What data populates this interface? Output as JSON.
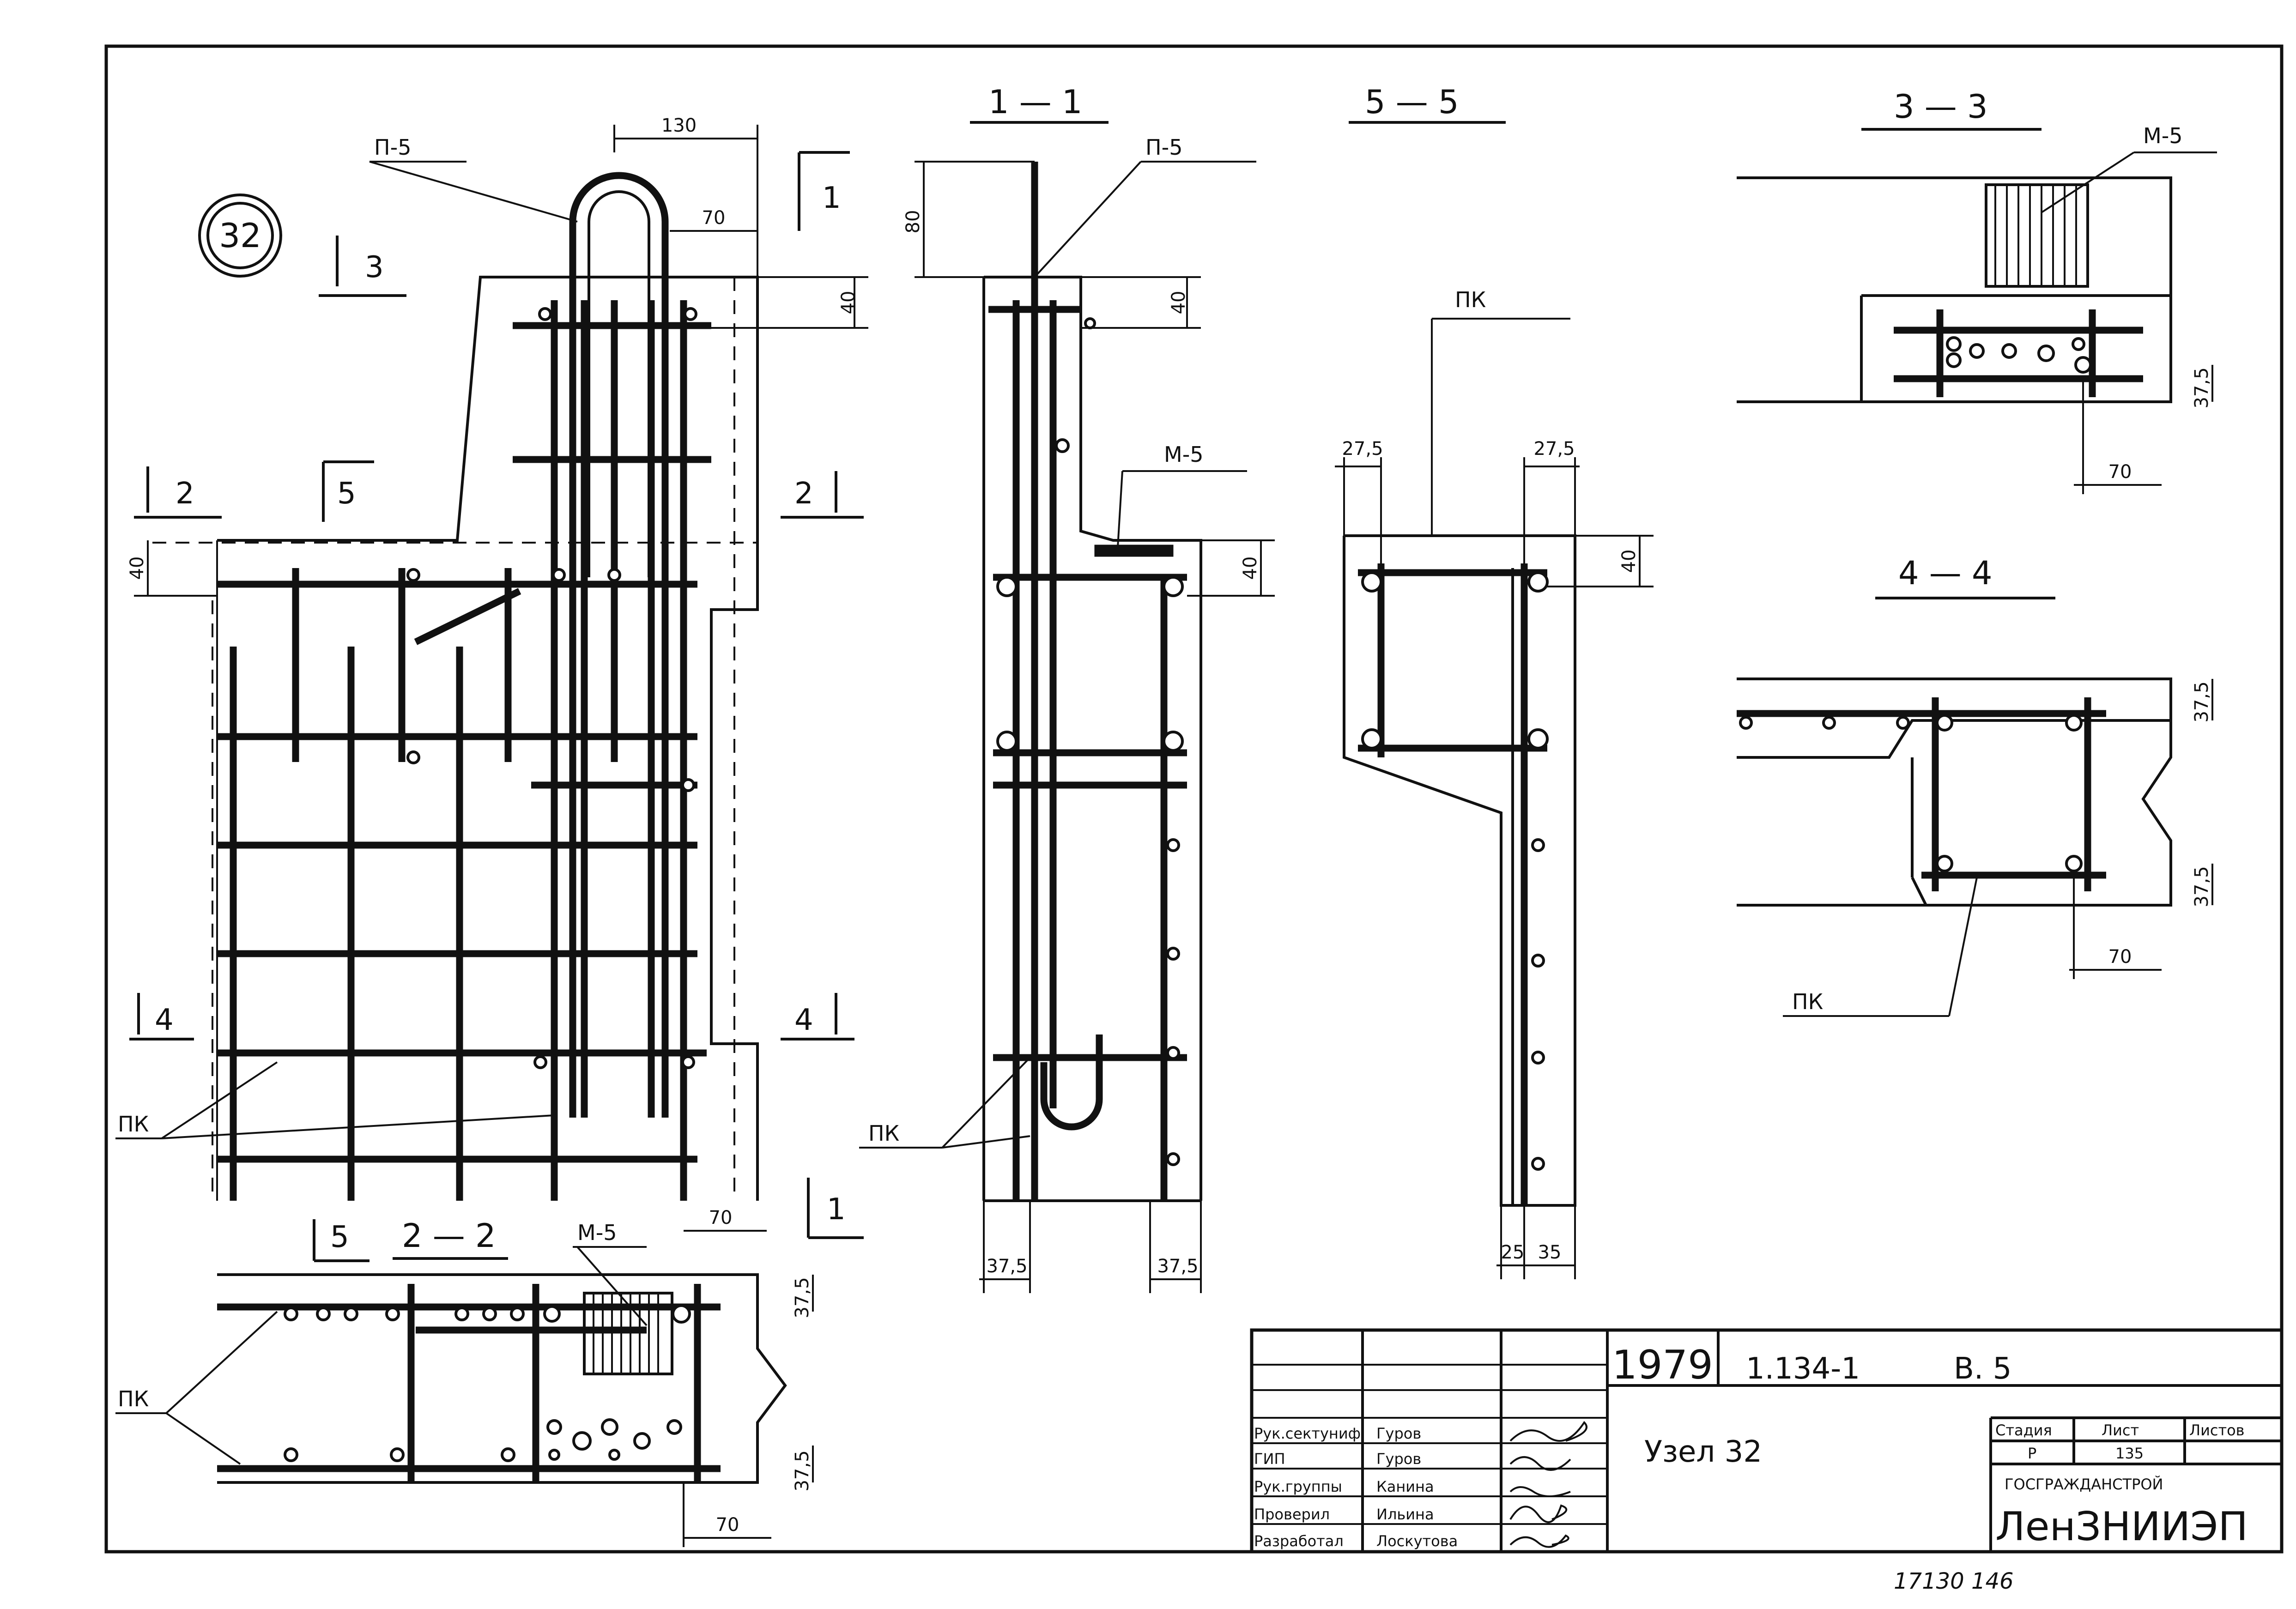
{
  "node_badge": "32",
  "marks": {
    "p5": "П-5",
    "m5": "М-5",
    "pk": "ПК"
  },
  "section_titles": {
    "s11": "1 — 1",
    "s55": "5 — 5",
    "s33": "3 — 3",
    "s44": "4 — 4",
    "s22": "2 — 2"
  },
  "cut_labels": {
    "c1": "1",
    "c2": "2",
    "c3": "3",
    "c4": "4",
    "c5": "5"
  },
  "dimensions": {
    "d130": "130",
    "d70": "70",
    "d40": "40",
    "d80": "80",
    "d27_5": "27,5",
    "d37_5": "37,5",
    "d25": "25",
    "d35": "35"
  },
  "title_block": {
    "year": "1979",
    "series": "1.134-1",
    "issue": "В. 5",
    "node_title": "Узел   32",
    "stage_label": "Стадия",
    "sheet_label": "Лист",
    "sheets_label": "Листов",
    "stage_value": "Р",
    "sheet_value": "135",
    "org_top": "ГОСГРАЖДАНСТРОЙ",
    "org_main": "ЛенЗНИИЭП",
    "roles": [
      {
        "role": "Рук.сектуниф.",
        "name": "Гуров"
      },
      {
        "role": "ГИП",
        "name": "Гуров"
      },
      {
        "role": "Рук.группы",
        "name": "Канина"
      },
      {
        "role": "Проверил",
        "name": "Ильина"
      },
      {
        "role": "Разработал",
        "name": "Лоскутова"
      }
    ]
  },
  "footer_number": "17130  146"
}
